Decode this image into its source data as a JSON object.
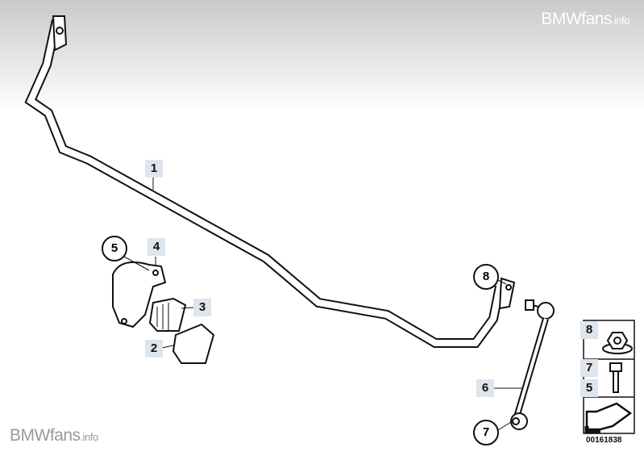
{
  "watermark": {
    "brand": "BMWfans",
    "suffix": ".info"
  },
  "callouts": [
    {
      "id": "1",
      "style": "box"
    },
    {
      "id": "2",
      "style": "box"
    },
    {
      "id": "3",
      "style": "box"
    },
    {
      "id": "4",
      "style": "box"
    },
    {
      "id": "5",
      "style": "circle"
    },
    {
      "id": "6",
      "style": "box"
    },
    {
      "id": "7",
      "style": "circle"
    },
    {
      "id": "8",
      "style": "circle"
    }
  ],
  "legend_panel": {
    "items": [
      "8",
      "7",
      "5"
    ]
  },
  "diagram_code": "00161838"
}
